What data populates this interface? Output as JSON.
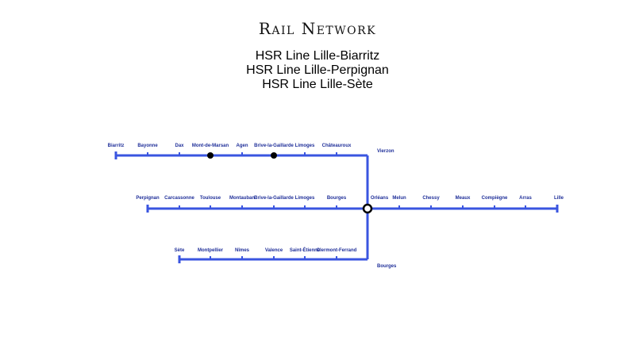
{
  "title": "Rail Network",
  "subtitles": [
    "HSR Line Lille-Biarritz",
    "HSR Line Lille-Perpignan",
    "HSR Line Lille-Sète"
  ],
  "colors": {
    "line": "#3a55e0",
    "label": "#1f2f99",
    "station": "#000000"
  },
  "lines": {
    "biarritz": {
      "stations": [
        "Biarritz",
        "Bayonne",
        "Dax",
        "Mont-de-Marsan",
        "Agen",
        "Brive-la-Gaillarde",
        "Limoges",
        "Châteauroux"
      ],
      "major": [
        "Mont-de-Marsan",
        "Brive-la-Gaillarde"
      ]
    },
    "perpignan": {
      "stations": [
        "Perpignan",
        "Carcassonne",
        "Toulouse",
        "Montauban",
        "Brive-la-Gaillarde",
        "Limoges",
        "Bourges"
      ]
    },
    "sete": {
      "stations": [
        "Sète",
        "Montpellier",
        "Nîmes",
        "Valence",
        "Saint-Étienne",
        "Clermont-Ferrand"
      ]
    },
    "trunk": {
      "stations": [
        "Orléans",
        "Melun",
        "Chessy",
        "Meaux",
        "Compiègne",
        "Arras",
        "Lille"
      ]
    }
  },
  "branch_labels": {
    "top": "Vierzon",
    "bottom": "Bourges"
  }
}
